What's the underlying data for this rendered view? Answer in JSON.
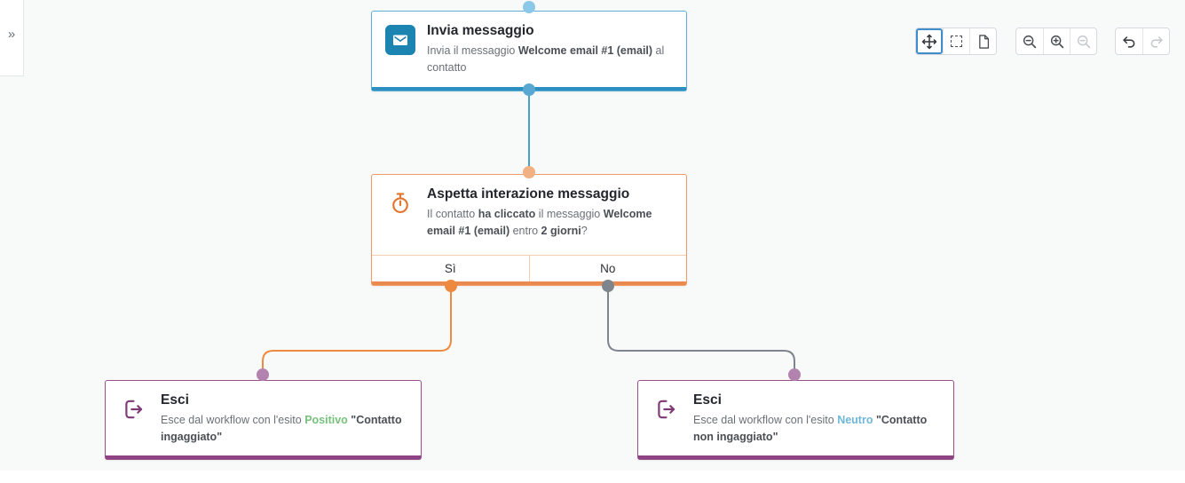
{
  "sidebar": {
    "expand_icon": "»"
  },
  "toolbar": {
    "tools": [
      {
        "id": "pan",
        "icon": "move-icon",
        "active": true
      },
      {
        "id": "marquee-select",
        "icon": "marquee-select-icon",
        "active": false
      },
      {
        "id": "fit-to-page",
        "icon": "fit-page-icon",
        "active": false
      }
    ],
    "zoom": [
      {
        "id": "zoom-out",
        "icon": "zoom-out-icon",
        "disabled": false
      },
      {
        "id": "zoom-in",
        "icon": "zoom-in-icon",
        "disabled": false
      },
      {
        "id": "zoom-reset",
        "icon": "zoom-reset-icon",
        "disabled": true
      }
    ],
    "history": [
      {
        "id": "undo",
        "icon": "undo-icon",
        "disabled": false
      },
      {
        "id": "redo",
        "icon": "redo-icon",
        "disabled": true
      }
    ]
  },
  "nodes": {
    "send_message": {
      "title": "Invia messaggio",
      "icon": "email-icon",
      "accent_color": "#2d8fc0",
      "body": {
        "t1": "Invia il messaggio ",
        "b1": "Welcome email #1 (email)",
        "t2": " al contatto"
      }
    },
    "wait_interaction": {
      "title": "Aspetta interazione messaggio",
      "icon": "stopwatch-icon",
      "accent_color": "#e98b4f",
      "body": {
        "t1": "Il contatto ",
        "b1": "ha cliccato",
        "t2": " il messaggio ",
        "b2": "Welcome email #1 (email)",
        "t3": " entro ",
        "b3": "2 giorni",
        "t4": "?"
      },
      "branches": {
        "yes": "Sì",
        "no": "No"
      }
    },
    "exit_positive": {
      "title": "Esci",
      "icon": "exit-icon",
      "accent_color": "#8e4484",
      "outcome_color": "#77c27b",
      "body": {
        "t1": "Esce dal workflow con l'esito ",
        "outcome": "Positivo",
        "t2": " ",
        "quoted": "\"Contatto ingaggiato\""
      }
    },
    "exit_neutral": {
      "title": "Esci",
      "icon": "exit-icon",
      "accent_color": "#8e4484",
      "outcome_color": "#6fb7d9",
      "body": {
        "t1": "Esce dal workflow con l'esito ",
        "outcome": "Neutro",
        "t2": " ",
        "quoted": "\"Contatto non ingaggiato\""
      }
    }
  },
  "connections": {
    "blue": "#4aa0cb",
    "orange": "#ee8a3f",
    "gray": "#7f858d",
    "port_light_blue": "#8cc8e8",
    "port_blue": "#58a8d2",
    "port_light_orange": "#f2b183",
    "port_purple": "#b183ae"
  }
}
